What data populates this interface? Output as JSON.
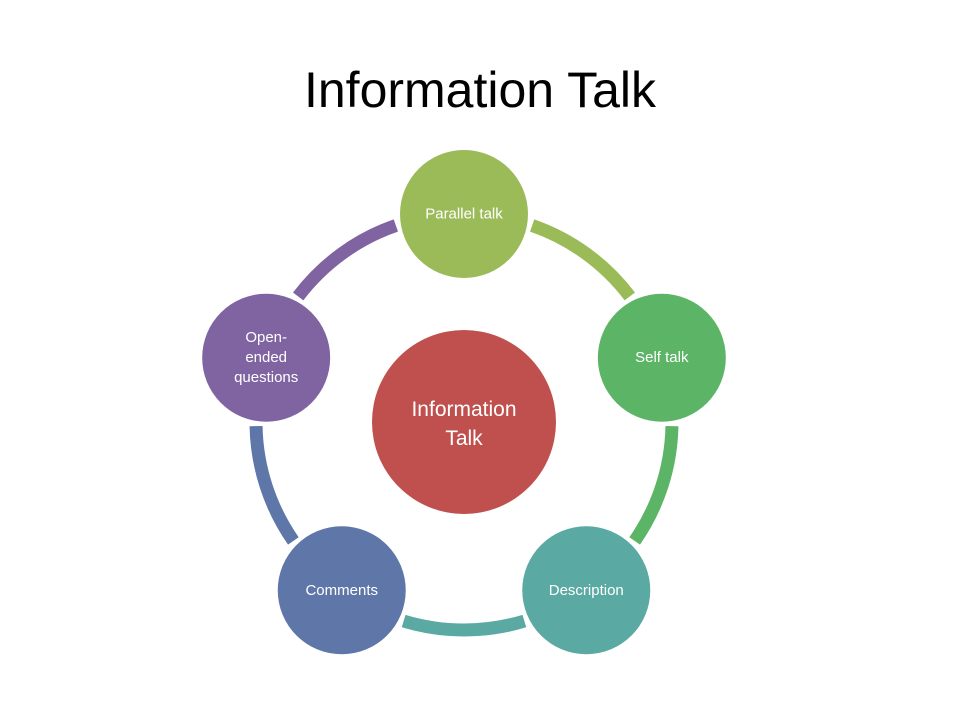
{
  "title": "Information Talk",
  "colors": {
    "center": "#c0504d",
    "parallel": "#9bbb59",
    "self": "#5cb567",
    "description": "#5aa9a3",
    "comments": "#5f77a8",
    "open": "#8064a2"
  },
  "diagram": {
    "center": {
      "lines": [
        "Information",
        "Talk"
      ]
    },
    "nodes": [
      {
        "key": "parallel",
        "lines": [
          "Parallel talk"
        ]
      },
      {
        "key": "self",
        "lines": [
          "Self talk"
        ]
      },
      {
        "key": "description",
        "lines": [
          "Description"
        ]
      },
      {
        "key": "comments",
        "lines": [
          "Comments"
        ]
      },
      {
        "key": "open",
        "lines": [
          "Open-",
          "ended",
          "questions"
        ]
      }
    ]
  }
}
